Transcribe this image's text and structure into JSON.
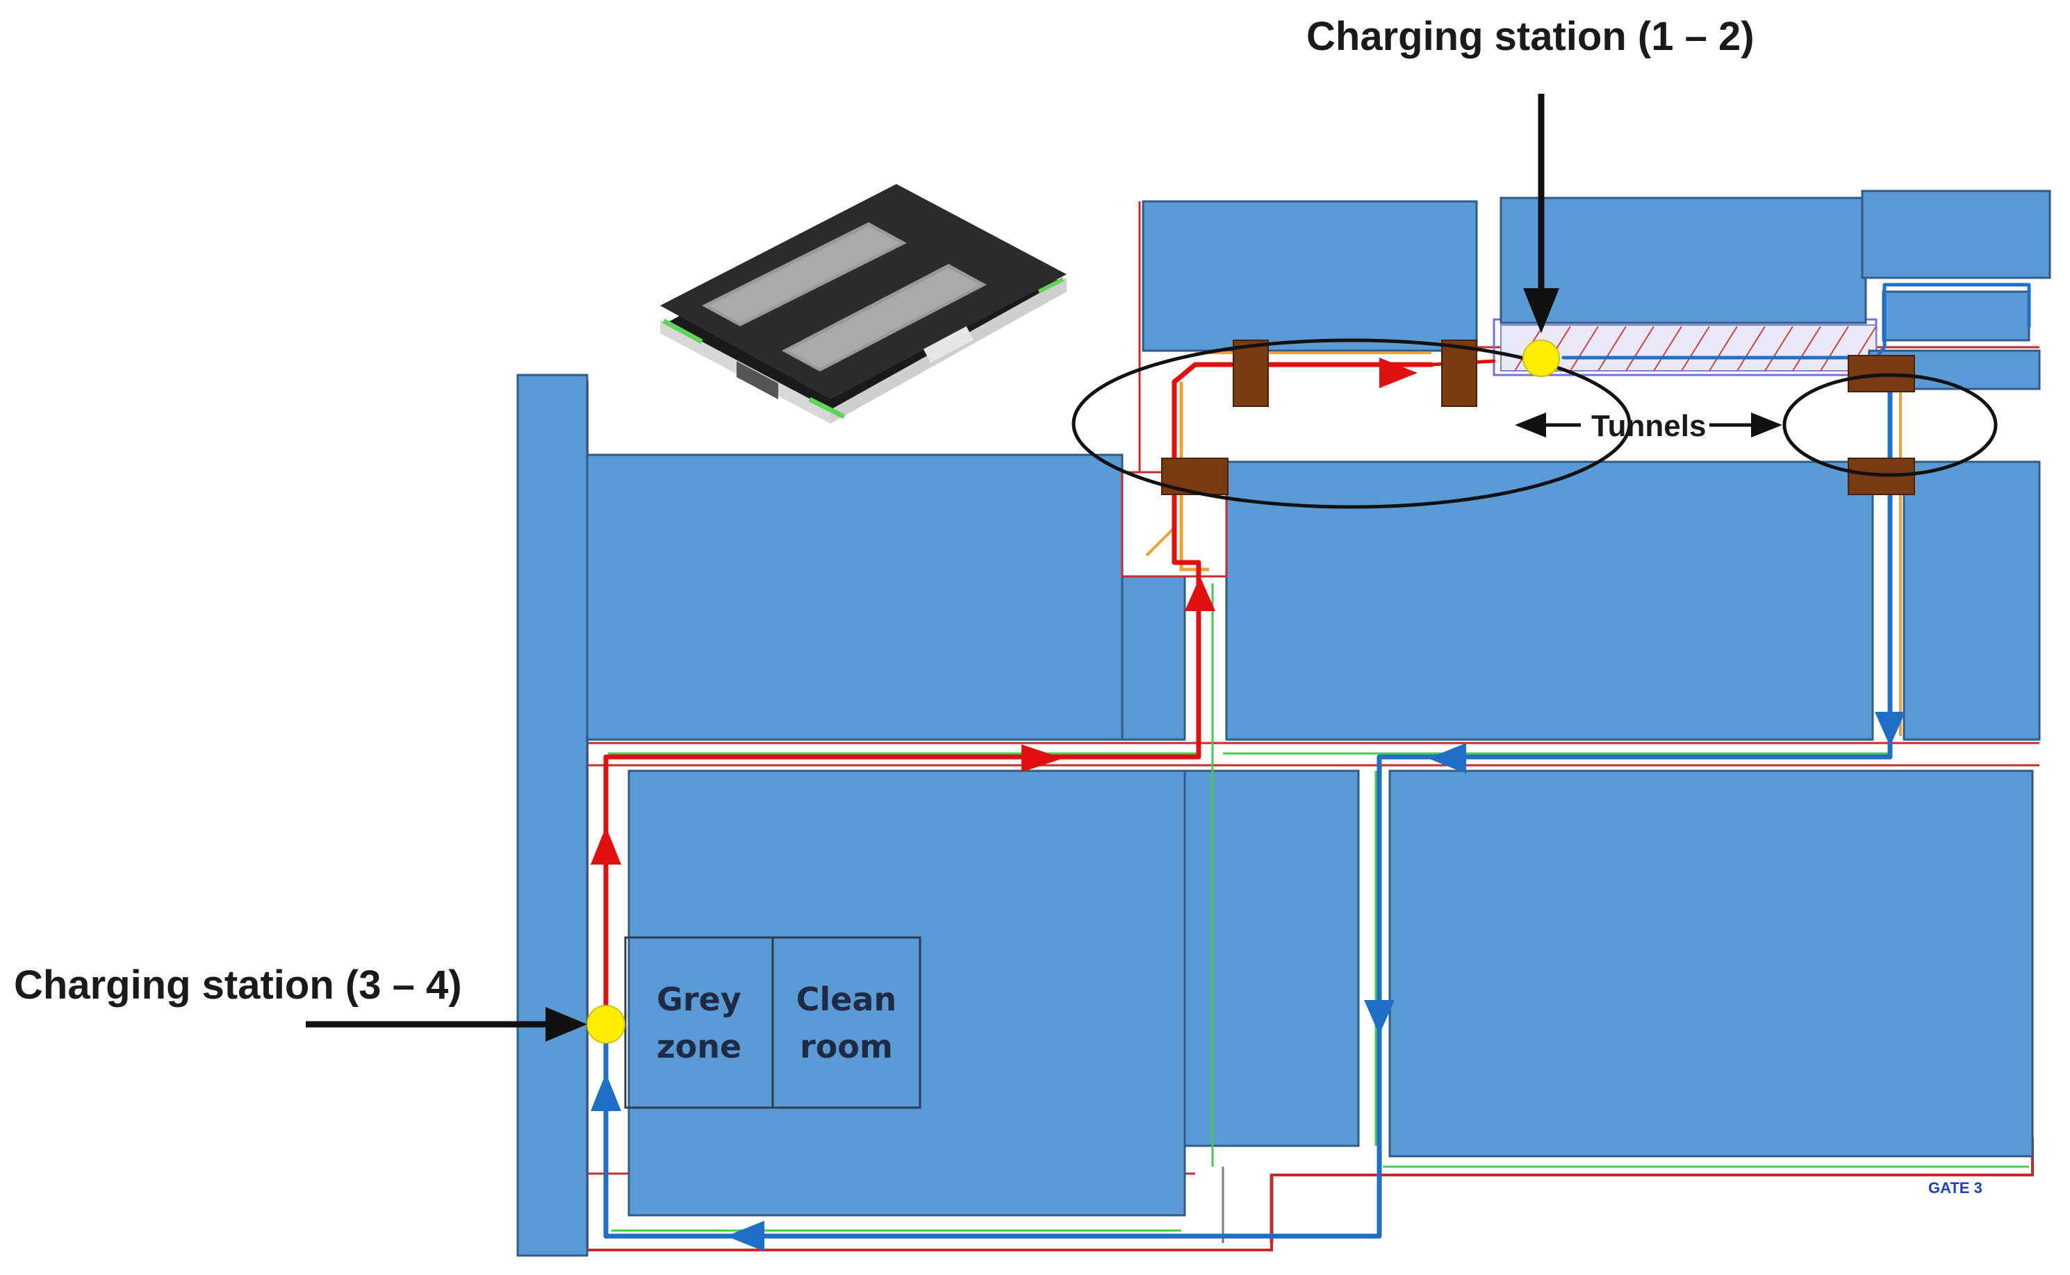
{
  "labels": {
    "charging_station_top": "Charging station (1 – 2)",
    "charging_station_left": "Charging station (3 – 4)",
    "tunnels": "Tunnels",
    "grey_zone_line1": "Grey",
    "grey_zone_line2": "zone",
    "clean_room_line1": "Clean",
    "clean_room_line2": "room",
    "gate": "GATE 3"
  },
  "colors": {
    "room_fill": "#5b9bd5",
    "room_stroke": "#2f5b86",
    "route_red": "#e01010",
    "route_blue": "#1f6fc6",
    "route_green": "#46c84a",
    "route_orange": "#f0a030",
    "station_yellow": "#ffee00",
    "tunnel_door": "#7a3a12",
    "floor_line": "#c82a2a",
    "robot_body": "#2b2b2b",
    "robot_stripe": "#9a9a9a",
    "robot_led": "#5fd35a"
  },
  "icons": {
    "agv_robot": "agv-robot-icon",
    "charging_station": "charging-station-marker",
    "tunnel_door": "tunnel-door-block"
  }
}
